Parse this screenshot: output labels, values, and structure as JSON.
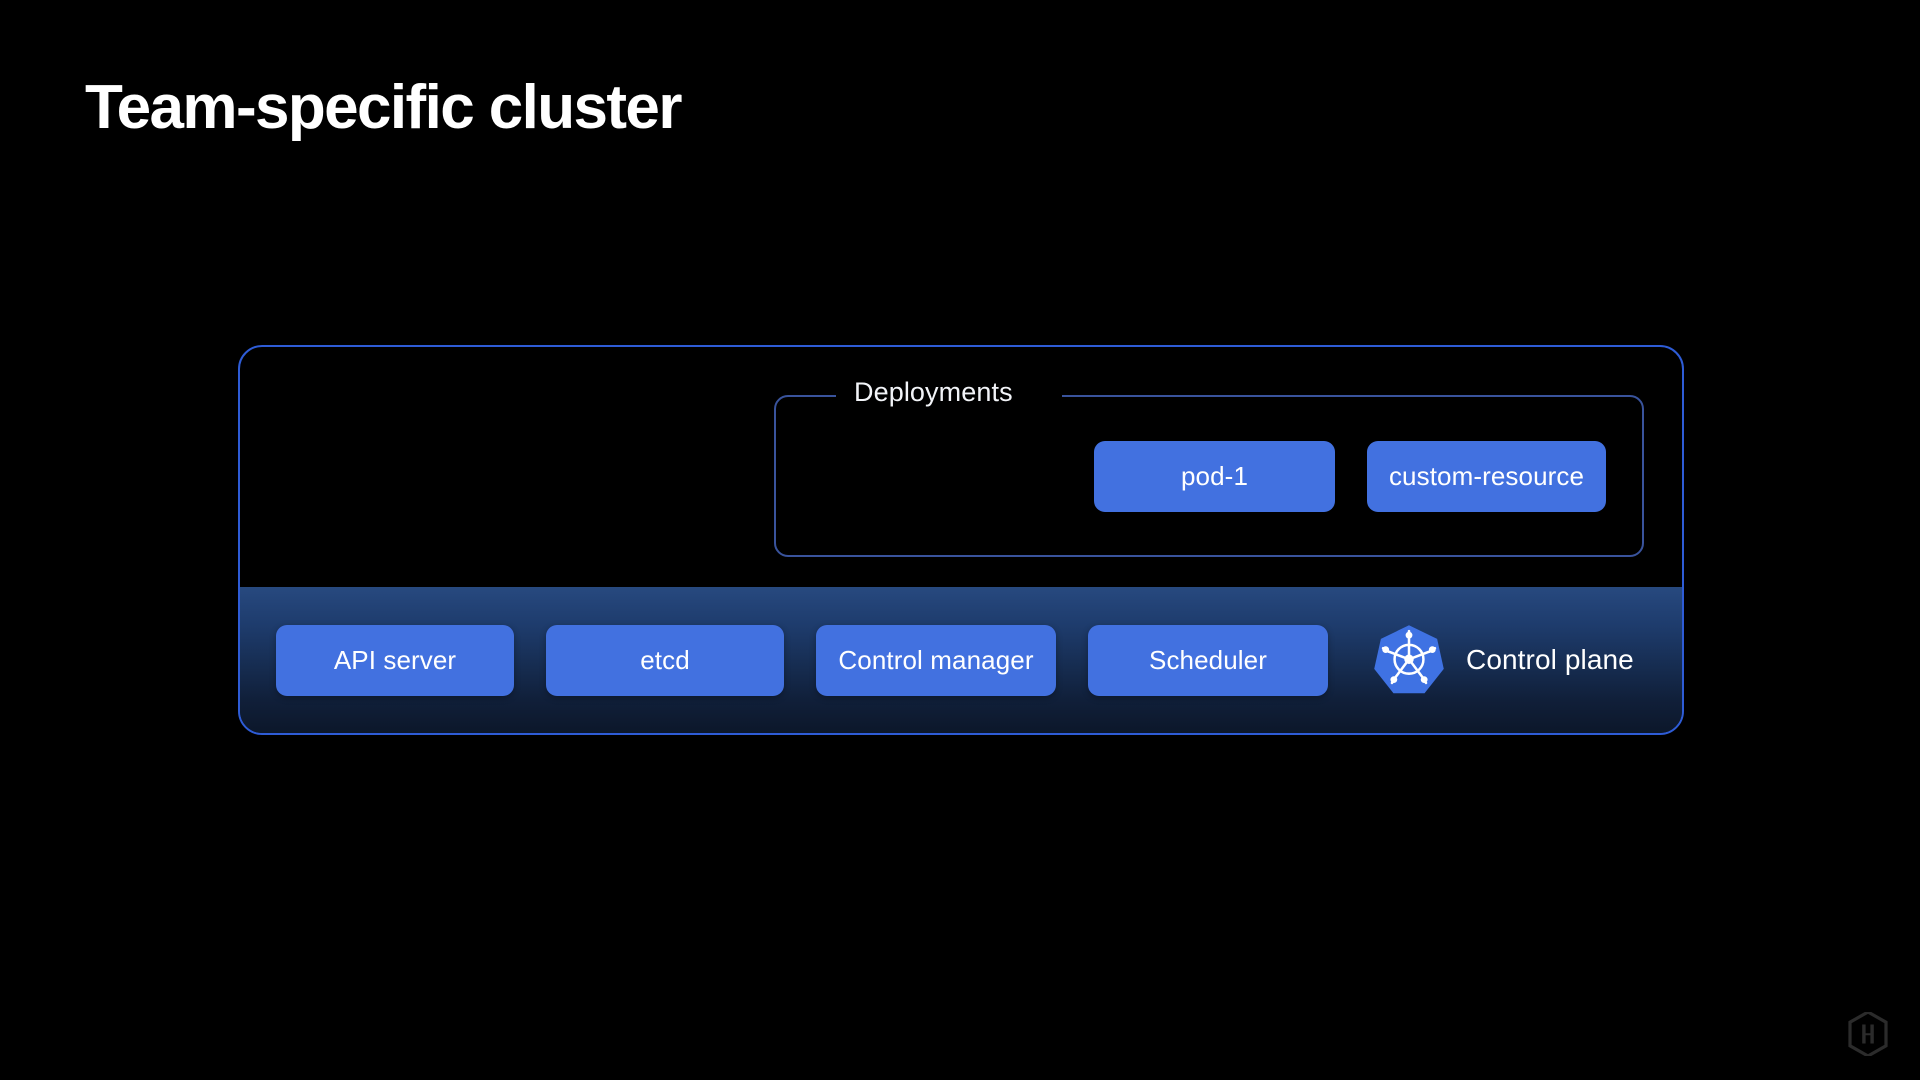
{
  "slide": {
    "title": "Team-specific cluster",
    "background_color": "#000000"
  },
  "cluster": {
    "name": "team-specific-cluster",
    "border_color": "#2e5cd6",
    "deployments": {
      "legend": "Deployments",
      "border_color": "#39539c",
      "items": [
        {
          "label": "pod-1"
        },
        {
          "label": "custom-resource"
        }
      ]
    },
    "control_plane": {
      "label": "Control plane",
      "logo": "kubernetes-icon",
      "gradient_from": "#27497f",
      "gradient_to": "#0c172a",
      "components": [
        {
          "label": "API server"
        },
        {
          "label": "etcd"
        },
        {
          "label": "Control manager"
        },
        {
          "label": "Scheduler"
        }
      ]
    },
    "node_box_color": "#4271e0",
    "node_text_color": "#ffffff"
  },
  "watermark": {
    "name": "hashicorp-logo",
    "color": "#2b2b2b"
  }
}
